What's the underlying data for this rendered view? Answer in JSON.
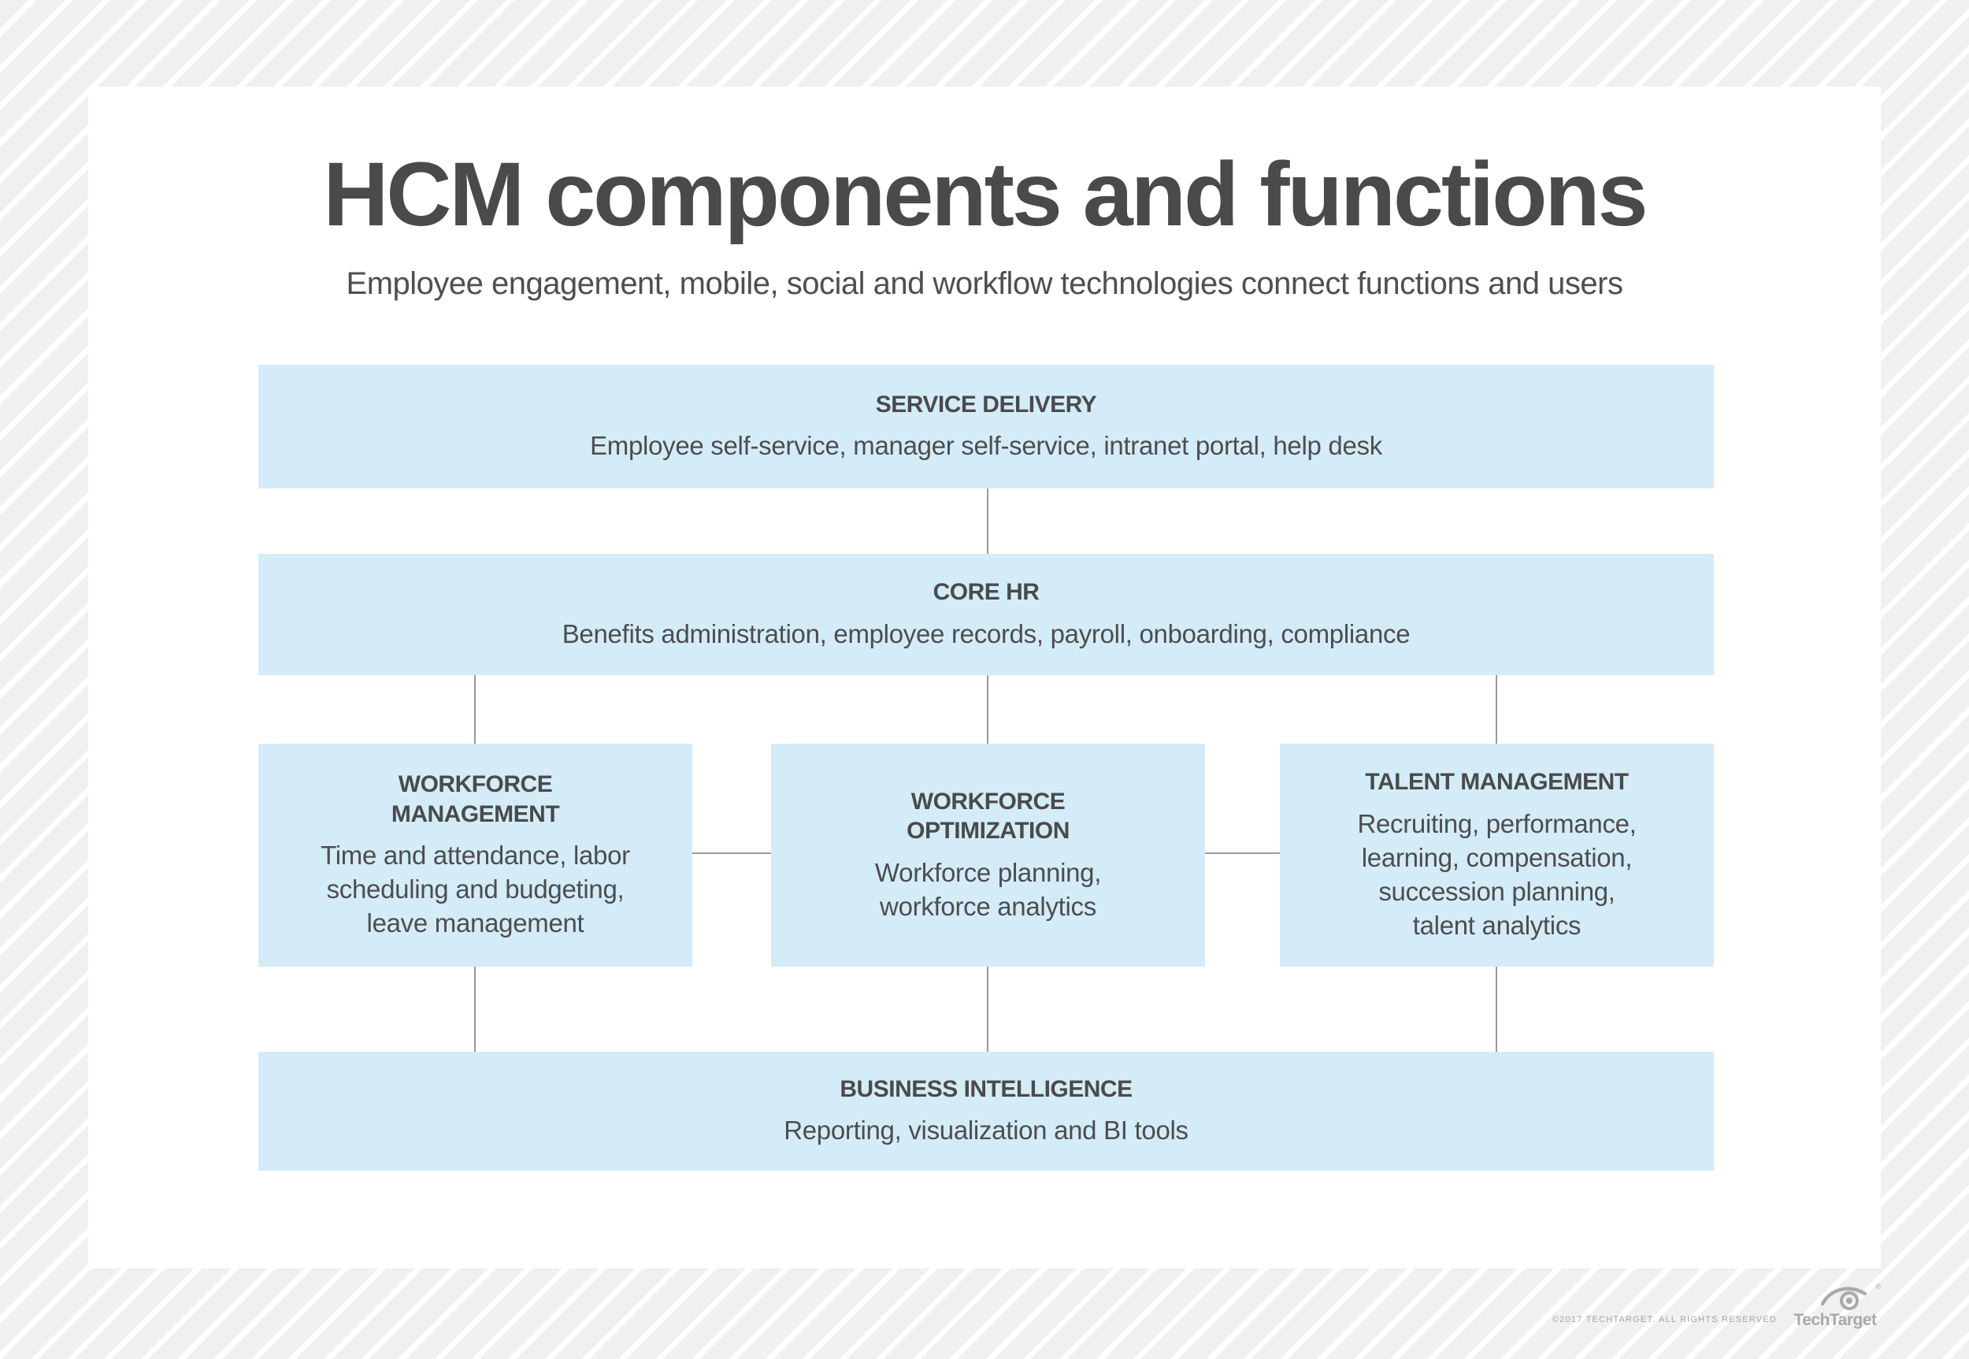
{
  "header": {
    "title": "HCM components and functions",
    "subtitle": "Employee engagement, mobile, social and workflow technologies connect functions and users"
  },
  "diagram": {
    "boxes": [
      {
        "id": "service-delivery",
        "title": "SERVICE DELIVERY",
        "description": "Employee self-service, manager self-service, intranet portal, help desk"
      },
      {
        "id": "core-hr",
        "title": "CORE HR",
        "description": "Benefits administration, employee records, payroll, onboarding, compliance"
      },
      {
        "id": "workforce-management",
        "title": "WORKFORCE\nMANAGEMENT",
        "description": "Time and attendance, labor\nscheduling and budgeting,\nleave management"
      },
      {
        "id": "workforce-optimization",
        "title": "WORKFORCE\nOPTIMIZATION",
        "description": "Workforce planning,\nworkforce analytics"
      },
      {
        "id": "talent-management",
        "title": "TALENT MANAGEMENT",
        "description": "Recruiting, performance,\nlearning, compensation,\nsuccession planning,\ntalent analytics"
      },
      {
        "id": "business-intelligence",
        "title": "BUSINESS INTELLIGENCE",
        "description": "Reporting, visualization and BI tools"
      }
    ],
    "colors": {
      "box_fill": "#d4ecf7",
      "heading_text": "#4a4a4c",
      "body_text": "#4d4d4f",
      "connector": "#9a9a9a",
      "background_stripe": "#f0f0f1",
      "card": "#ffffff"
    }
  },
  "footer": {
    "copyright": "©2017 TECHTARGET. ALL RIGHTS RESERVED",
    "logo_text": "TechTarget",
    "registered_mark": "®",
    "logo_icon": "eye-icon"
  }
}
